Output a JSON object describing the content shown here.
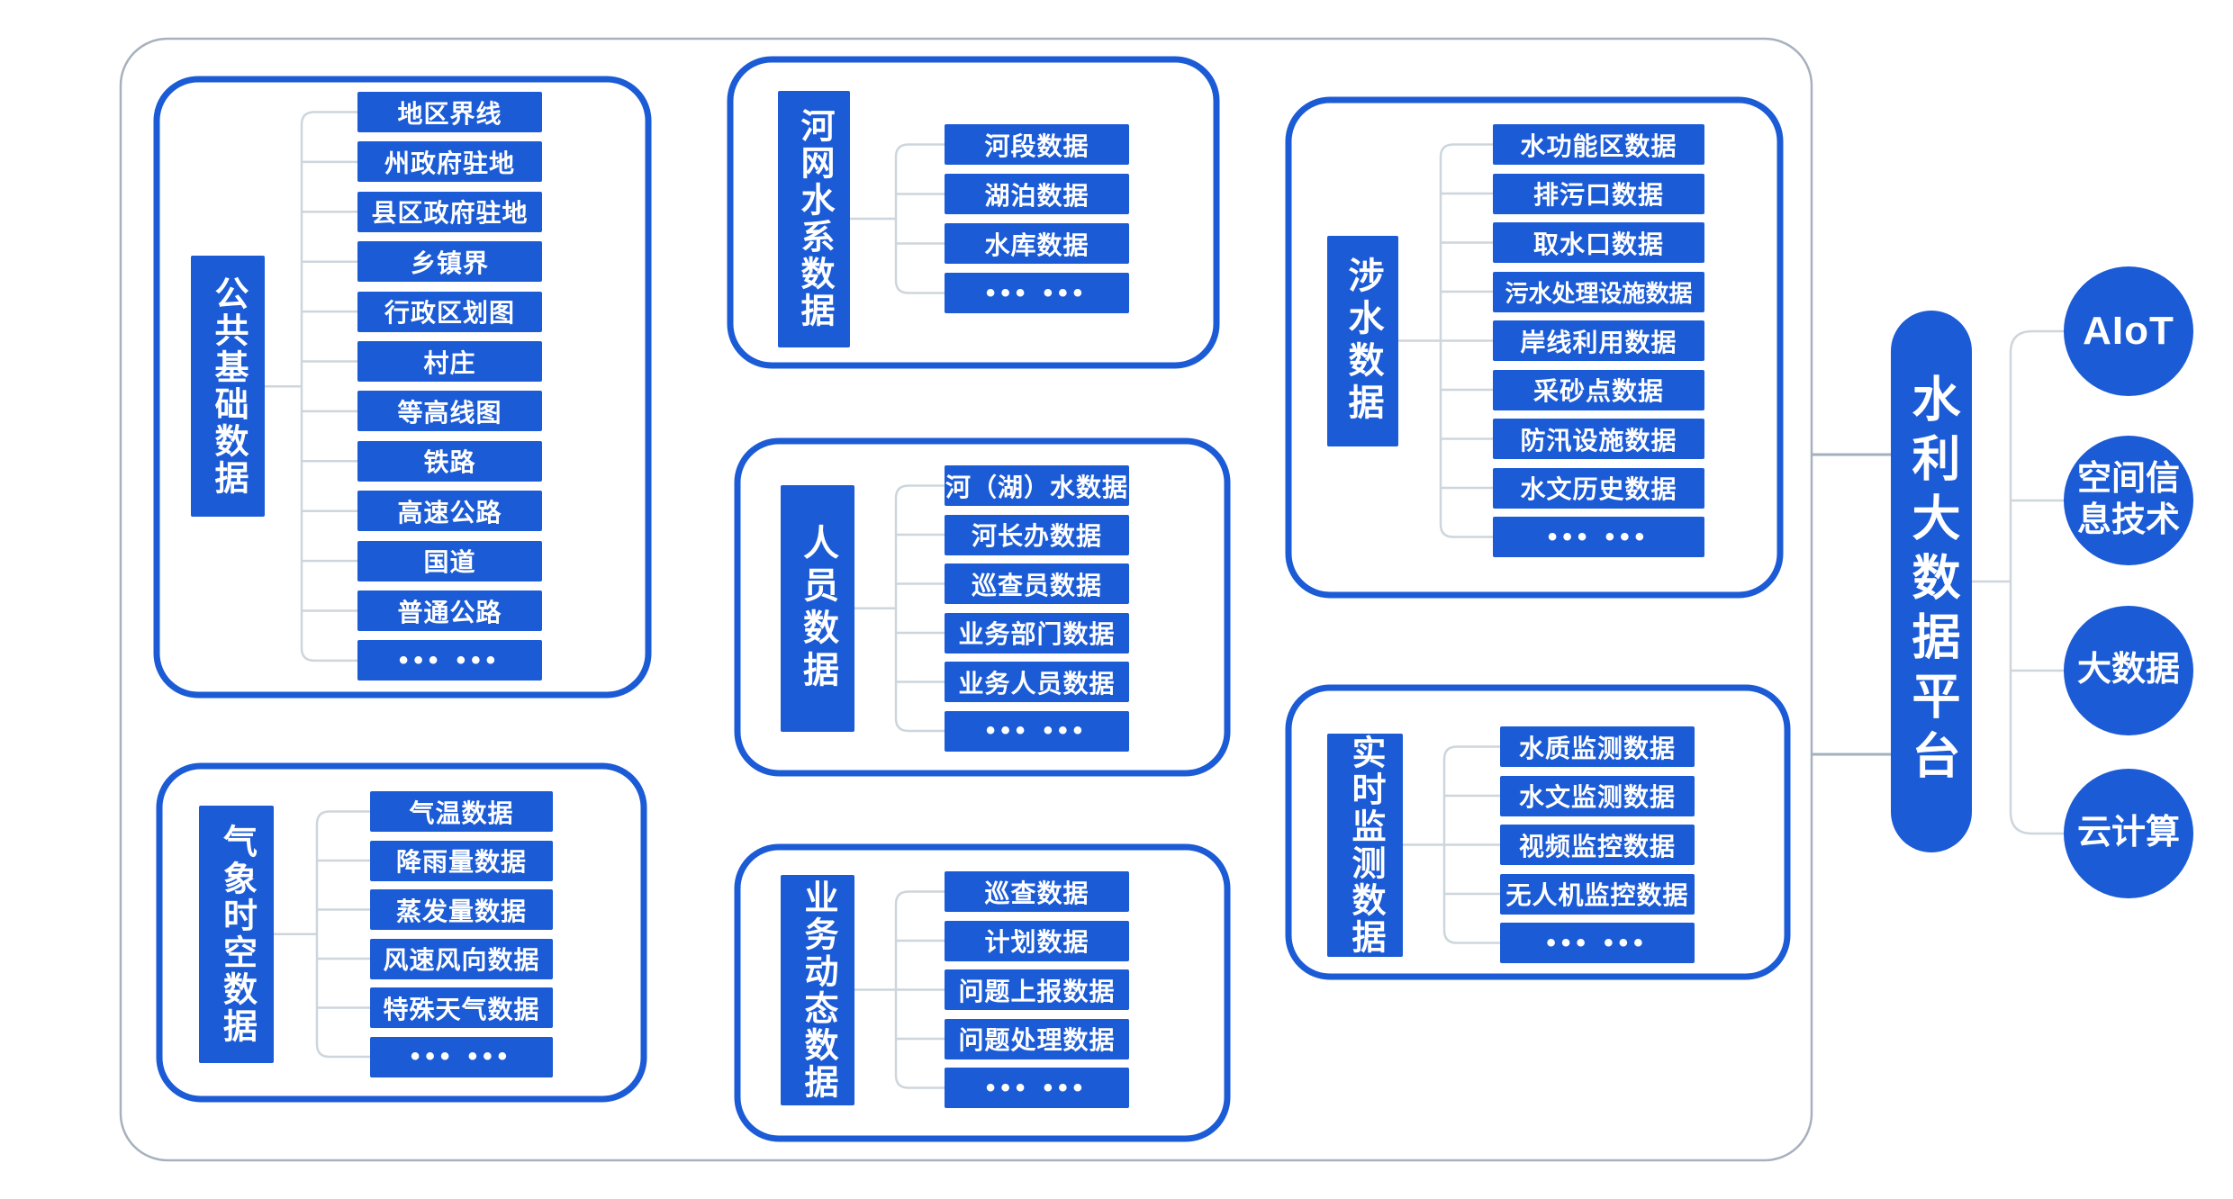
{
  "palette": {
    "primary_blue": "#1b5bd6",
    "bracket_line_gray": "#cdd6dc",
    "link_line_gray": "#a3b0bf",
    "frame_border_gray": "#a7b1bd",
    "text_white": "#ffffff"
  },
  "platform": {
    "title": "水利大数据平台"
  },
  "technologies": [
    {
      "id": "aiot",
      "label": "AIoT"
    },
    {
      "id": "spatial-info-tech",
      "label": "空间信息技术"
    },
    {
      "id": "big-data",
      "label": "大数据"
    },
    {
      "id": "cloud-computing",
      "label": "云计算"
    }
  ],
  "groups": [
    {
      "id": "public-basic",
      "label": "公共基础数据",
      "items": [
        "地区界线",
        "州政府驻地",
        "县区政府驻地",
        "乡镇界",
        "行政区划图",
        "村庄",
        "等高线图",
        "铁路",
        "高速公路",
        "国道",
        "普通公路",
        "••• •••"
      ]
    },
    {
      "id": "river-network",
      "label": "河网水系数据",
      "items": [
        "河段数据",
        "湖泊数据",
        "水库数据",
        "••• •••"
      ]
    },
    {
      "id": "personnel",
      "label": "人员数据",
      "items": [
        "河（湖）水数据",
        "河长办数据",
        "巡查员数据",
        "业务部门数据",
        "业务人员数据",
        "••• •••"
      ]
    },
    {
      "id": "business-dynamic",
      "label": "业务动态数据",
      "items": [
        "巡查数据",
        "计划数据",
        "问题上报数据",
        "问题处理数据",
        "••• •••"
      ]
    },
    {
      "id": "water-related",
      "label": "涉水数据",
      "items": [
        "水功能区数据",
        "排污口数据",
        "取水口数据",
        "污水处理设施数据",
        "岸线利用数据",
        "采砂点数据",
        "防汛设施数据",
        "水文历史数据",
        "••• •••"
      ]
    },
    {
      "id": "realtime-monitoring",
      "label": "实时监测数据",
      "items": [
        "水质监测数据",
        "水文监测数据",
        "视频监控数据",
        "无人机监控数据",
        "••• •••"
      ]
    },
    {
      "id": "meteorological",
      "label": "气象时空数据",
      "items": [
        "气温数据",
        "降雨量数据",
        "蒸发量数据",
        "风速风向数据",
        "特殊天气数据",
        "••• •••"
      ]
    }
  ]
}
